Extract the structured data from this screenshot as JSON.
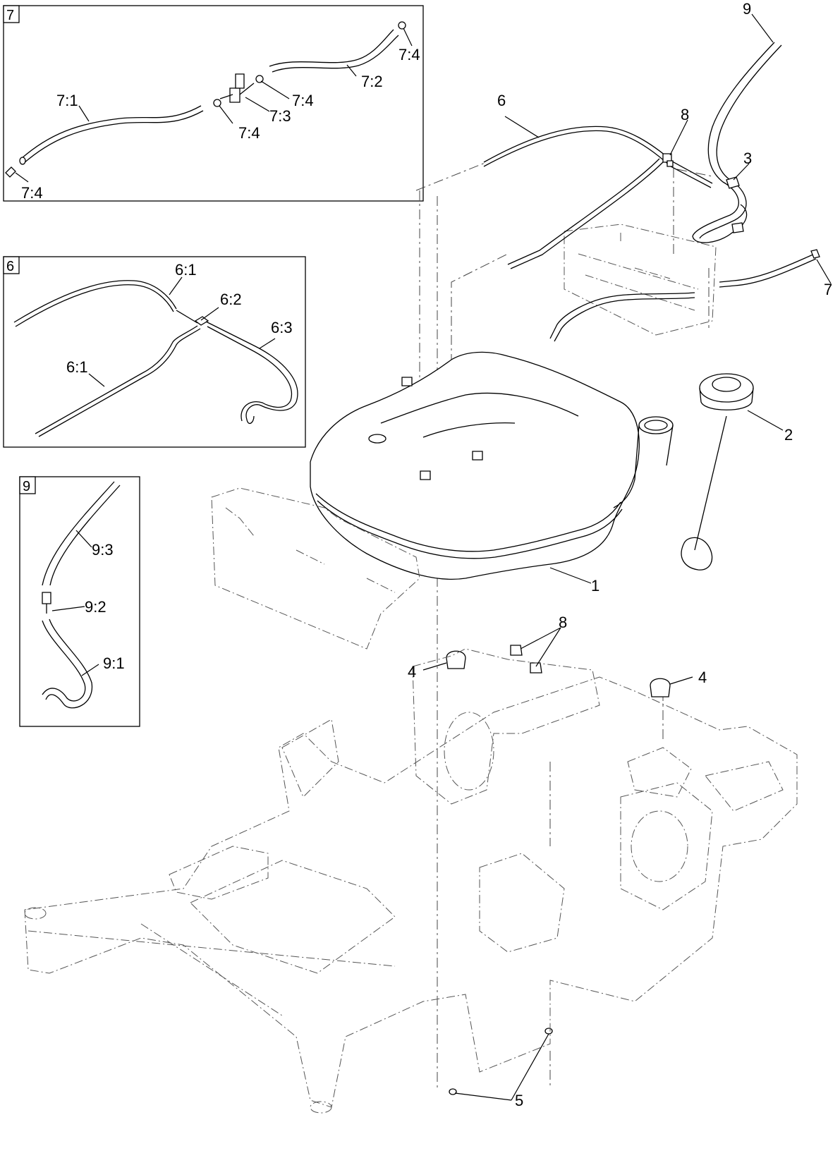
{
  "insets": [
    {
      "id": "7",
      "number": "7",
      "callouts": [
        "7:1",
        "7:2",
        "7:3",
        "7:4",
        "7:4",
        "7:4",
        "7:4"
      ]
    },
    {
      "id": "6",
      "number": "6",
      "callouts": [
        "6:1",
        "6:1",
        "6:2",
        "6:3"
      ]
    },
    {
      "id": "9",
      "number": "9",
      "callouts": [
        "9:3",
        "9:2",
        "9:1"
      ]
    }
  ],
  "main_callouts": [
    "9",
    "6",
    "8",
    "3",
    "7",
    "2",
    "1",
    "8",
    "4",
    "4",
    "5"
  ]
}
